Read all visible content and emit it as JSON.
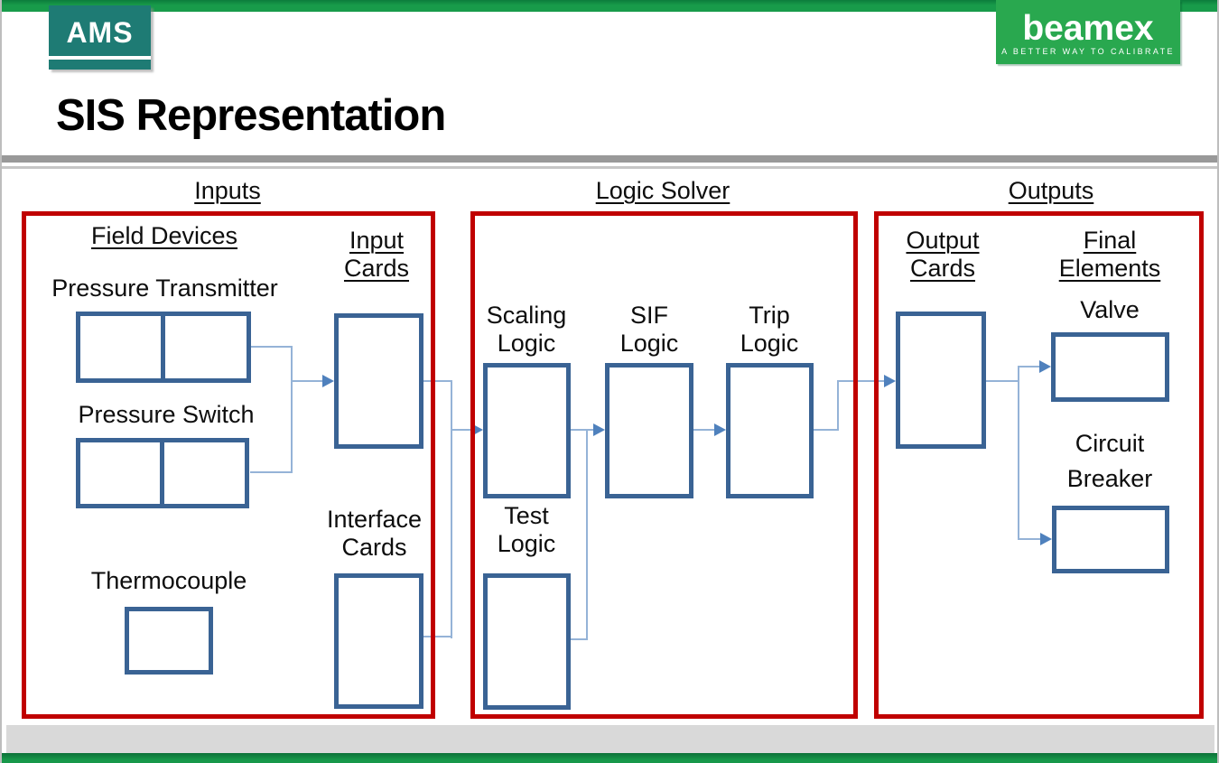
{
  "branding": {
    "ams_logo": "AMS",
    "beamex_logo": "beamex",
    "beamex_tagline": "A BETTER WAY TO CALIBRATE"
  },
  "title": "SIS Representation",
  "diagram": {
    "inputs": {
      "header": "Inputs",
      "field_devices_label": "Field Devices",
      "input_cards_label": [
        "Input",
        "Cards"
      ],
      "pressure_transmitter_label": "Pressure Transmitter",
      "pressure_switch_label": "Pressure Switch",
      "thermocouple_label": "Thermocouple",
      "interface_cards_label": [
        "Interface",
        "Cards"
      ]
    },
    "logic_solver": {
      "header": "Logic Solver",
      "scaling_logic_label": [
        "Scaling",
        "Logic"
      ],
      "sif_logic_label": [
        "SIF",
        "Logic"
      ],
      "trip_logic_label": [
        "Trip",
        "Logic"
      ],
      "test_logic_label": [
        "Test",
        "Logic"
      ]
    },
    "outputs": {
      "header": "Outputs",
      "output_cards_label": [
        "Output",
        "Cards"
      ],
      "final_elements_label": [
        "Final",
        "Elements"
      ],
      "valve_label": "Valve",
      "circuit_breaker_label": [
        "Circuit",
        "Breaker"
      ]
    }
  },
  "colors": {
    "section_border_red": "#C00000",
    "node_border_blue": "#3A6394",
    "connector_blue": "#95B3D7",
    "arrowhead_blue": "#4F81BD",
    "brand_green": "#189B4A",
    "ams_teal": "#1E7B74",
    "footer_gray": "#D9D9D9"
  }
}
